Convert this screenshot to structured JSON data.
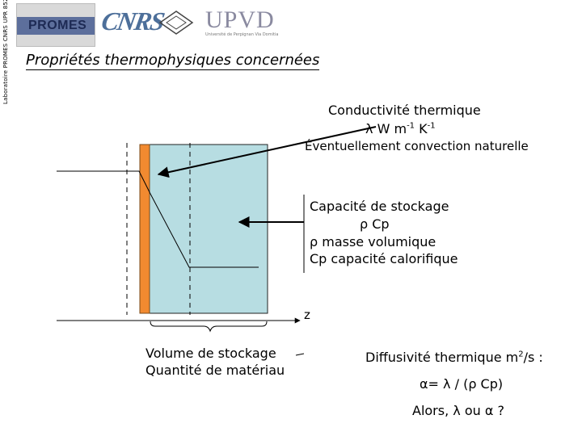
{
  "header": {
    "vertical_label": "Laboratoire PROMES CNRS UPR 8521",
    "logos": {
      "promes": "PROMES",
      "cnrs": "CNRS",
      "upvd": "UPVD",
      "upvd_subtitle": "Université de Perpignan Via Domitia"
    }
  },
  "slide": {
    "title": "Propriétés thermophysiques concernées"
  },
  "labels": {
    "conductivity": "Conductivité thermique",
    "conductivity_unit_lambda": "λ",
    "conductivity_unit_W": "W m",
    "conductivity_unit_exp1": "-1",
    "conductivity_unit_K": " K",
    "conductivity_unit_exp2": "-1",
    "convection": "Éventuellement convection naturelle",
    "storage_capacity": "Capacité de stockage",
    "rho_cp": "ρ Cp",
    "rho_def": "ρ masse volumique",
    "cp_def": "Cp capacité calorifique",
    "z_axis": "z",
    "volume": "Volume de stockage",
    "quantity": "Quantité de matériau",
    "diffusivity": "Diffusivité thermique m",
    "diffusivity_exp": "2",
    "diffusivity_end": "/s :",
    "alpha_formula": "α= λ / (ρ Cp)",
    "question": "Alors, λ ou α ?"
  },
  "colors": {
    "slab_fill": "#b7dde2",
    "wall_fill": "#f28a30",
    "wall_stroke": "#7a4a1a"
  }
}
